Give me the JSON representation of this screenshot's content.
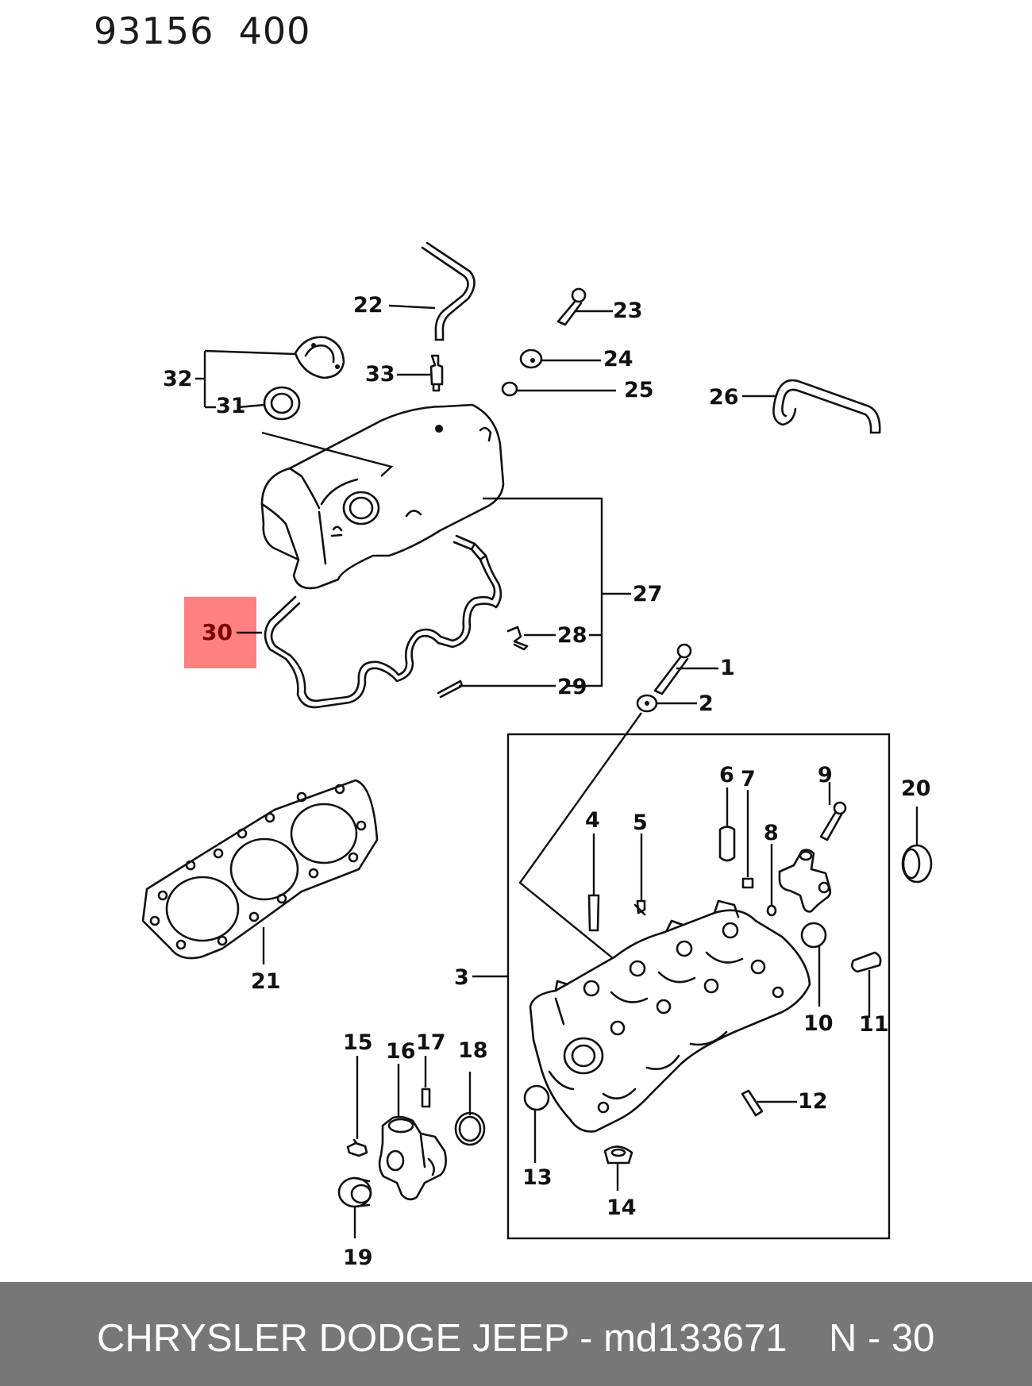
{
  "header": {
    "code": "93156  400"
  },
  "highlight": {
    "label": "30",
    "color": "#ff8080"
  },
  "callouts": {
    "c1": "1",
    "c2": "2",
    "c3": "3",
    "c4": "4",
    "c5": "5",
    "c6": "6",
    "c7": "7",
    "c8": "8",
    "c9": "9",
    "c10": "10",
    "c11": "11",
    "c12": "12",
    "c13": "13",
    "c14": "14",
    "c15": "15",
    "c16": "16",
    "c17": "17",
    "c18": "18",
    "c19": "19",
    "c20": "20",
    "c21": "21",
    "c22": "22",
    "c23": "23",
    "c24": "24",
    "c25": "25",
    "c26": "26",
    "c27": "27",
    "c28": "28",
    "c29": "29",
    "c31": "31",
    "c32": "32",
    "c33": "33"
  },
  "footer": {
    "title": "CHRYSLER DODGE JEEP - md133671",
    "page": "N - 30",
    "background": "#777777"
  }
}
